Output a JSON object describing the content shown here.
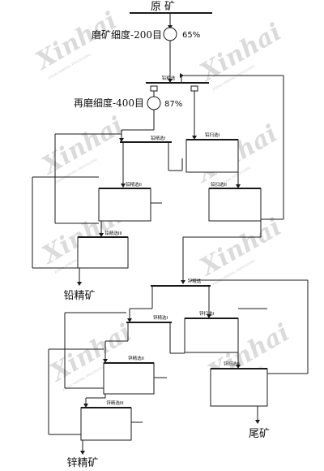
{
  "feed_label": "原 矿",
  "grinding": {
    "label": "磨矿细度-200目",
    "percent": "65%"
  },
  "regrinding": {
    "label": "再磨细度-400目",
    "percent": "87%"
  },
  "cells": {
    "lead_rougher": "铅粗选",
    "lead_scavenger_1": "铅扫选I",
    "lead_cleaner_1": "铅精选I",
    "lead_cleaner_2": "铅精选II",
    "lead_scavenger_2": "铅扫选II",
    "lead_cleaner_3": "铅精选III",
    "zinc_rougher": "锌粗选",
    "zinc_cleaner_1": "锌精选I",
    "zinc_scavenger_1": "锌扫选I",
    "zinc_cleaner_2": "锌精选II",
    "zinc_scavenger_2": "锌扫选II",
    "zinc_cleaner_3": "锌精选III"
  },
  "products": {
    "lead_concentrate": "铅精矿",
    "zinc_concentrate": "锌精矿",
    "tailings": "尾矿"
  },
  "watermark": {
    "logo": "Xinhai",
    "tagline": "XINHAI MINERAL PROCESSING"
  },
  "colors": {
    "line": "#1a1a1a",
    "watermark": "#b8b8b8"
  }
}
